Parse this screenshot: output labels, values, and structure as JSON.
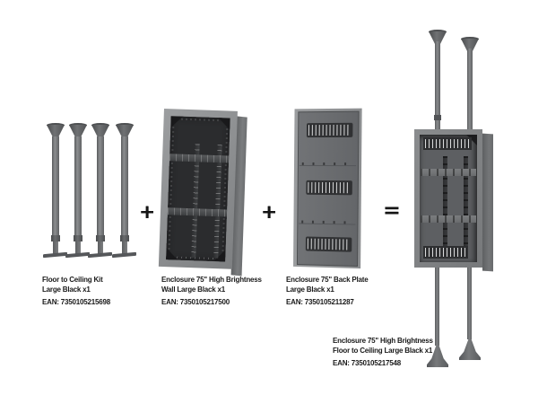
{
  "page": {
    "background_color": "#ffffff"
  },
  "operators": {
    "plus_1": "+",
    "plus_2": "+",
    "equals": "="
  },
  "products": [
    {
      "name_line1": "Floor to Ceiling Kit",
      "name_line2": "Large Black x1",
      "ean": "EAN: 7350105215698"
    },
    {
      "name_line1": "Enclosure 75\" High Brightness",
      "name_line2": "Wall Large Black x1",
      "ean": "EAN: 7350105217500"
    },
    {
      "name_line1": "Enclosure 75\" Back Plate",
      "name_line2": "Large Black x1",
      "ean": "EAN: 7350105211287"
    },
    {
      "name_line1": "Enclosure 75\" High Brightness",
      "name_line2": "Floor to Ceiling Large Black x1",
      "ean": "EAN: 7350105217548"
    }
  ],
  "colors": {
    "metal_light": "#8f9193",
    "metal_mid": "#6b6d70",
    "metal_dark": "#2c2d2f",
    "text": "#1a1a1a"
  }
}
